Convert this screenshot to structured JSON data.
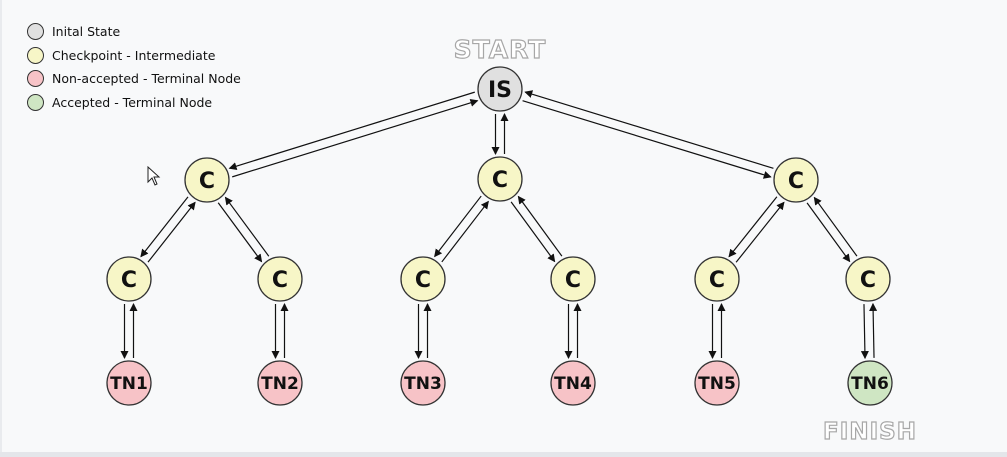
{
  "legend": {
    "items": [
      {
        "label": "Inital State",
        "color": "#e0e0e0"
      },
      {
        "label": "Checkpoint - Intermediate",
        "color": "#f7f6c7"
      },
      {
        "label": "Non-accepted - Terminal Node",
        "color": "#f7c3c7"
      },
      {
        "label": "Accepted - Terminal Node",
        "color": "#cfe6c3"
      }
    ]
  },
  "annotations": {
    "start": "START",
    "finish": "FINISH"
  },
  "nodes": {
    "root": {
      "label": "IS",
      "type": "initial"
    },
    "level1": [
      {
        "label": "C",
        "type": "checkpoint"
      },
      {
        "label": "C",
        "type": "checkpoint"
      },
      {
        "label": "C",
        "type": "checkpoint"
      }
    ],
    "level2": [
      {
        "label": "C",
        "type": "checkpoint"
      },
      {
        "label": "C",
        "type": "checkpoint"
      },
      {
        "label": "C",
        "type": "checkpoint"
      },
      {
        "label": "C",
        "type": "checkpoint"
      },
      {
        "label": "C",
        "type": "checkpoint"
      },
      {
        "label": "C",
        "type": "checkpoint"
      }
    ],
    "terminals": [
      {
        "label": "TN1",
        "type": "rejected"
      },
      {
        "label": "TN2",
        "type": "rejected"
      },
      {
        "label": "TN3",
        "type": "rejected"
      },
      {
        "label": "TN4",
        "type": "rejected"
      },
      {
        "label": "TN5",
        "type": "rejected"
      },
      {
        "label": "TN6",
        "type": "accepted"
      }
    ]
  },
  "colors": {
    "initial": "#e0e0e0",
    "checkpoint": "#f7f6c7",
    "rejected": "#f7c3c7",
    "accepted": "#cfe6c3",
    "stroke": "#333333",
    "arrow": "#111111",
    "outline_text": "#a7a7a7"
  },
  "icons": {
    "cursor": "mouse-pointer-icon"
  }
}
